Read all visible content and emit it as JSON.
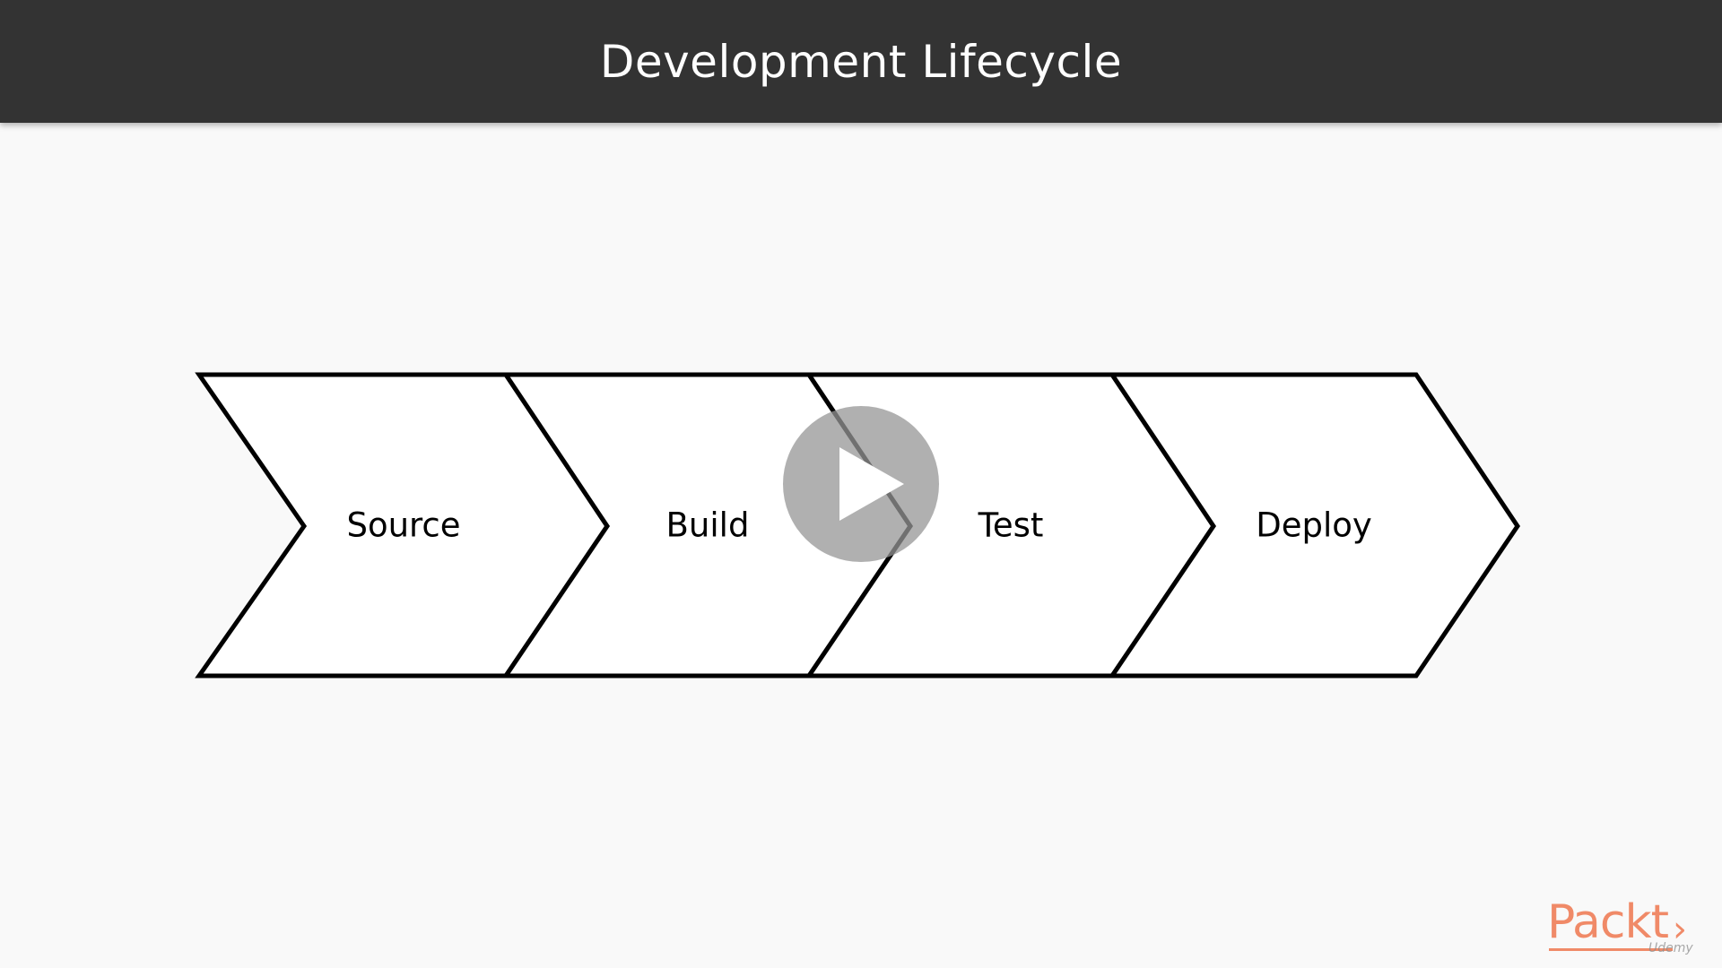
{
  "slide": {
    "title": "Development Lifecycle"
  },
  "diagram": {
    "stages": [
      {
        "label": "Source"
      },
      {
        "label": "Build"
      },
      {
        "label": "Test"
      },
      {
        "label": "Deploy"
      }
    ]
  },
  "player": {
    "play_icon": "play-icon"
  },
  "branding": {
    "logo_text": "Packt",
    "logo_color": "#f08a68",
    "watermark_text": "Udemy"
  },
  "colors": {
    "title_bar": "#333333",
    "background": "#f9f9f9",
    "chevron_fill": "#ffffff",
    "chevron_stroke": "#000000"
  }
}
